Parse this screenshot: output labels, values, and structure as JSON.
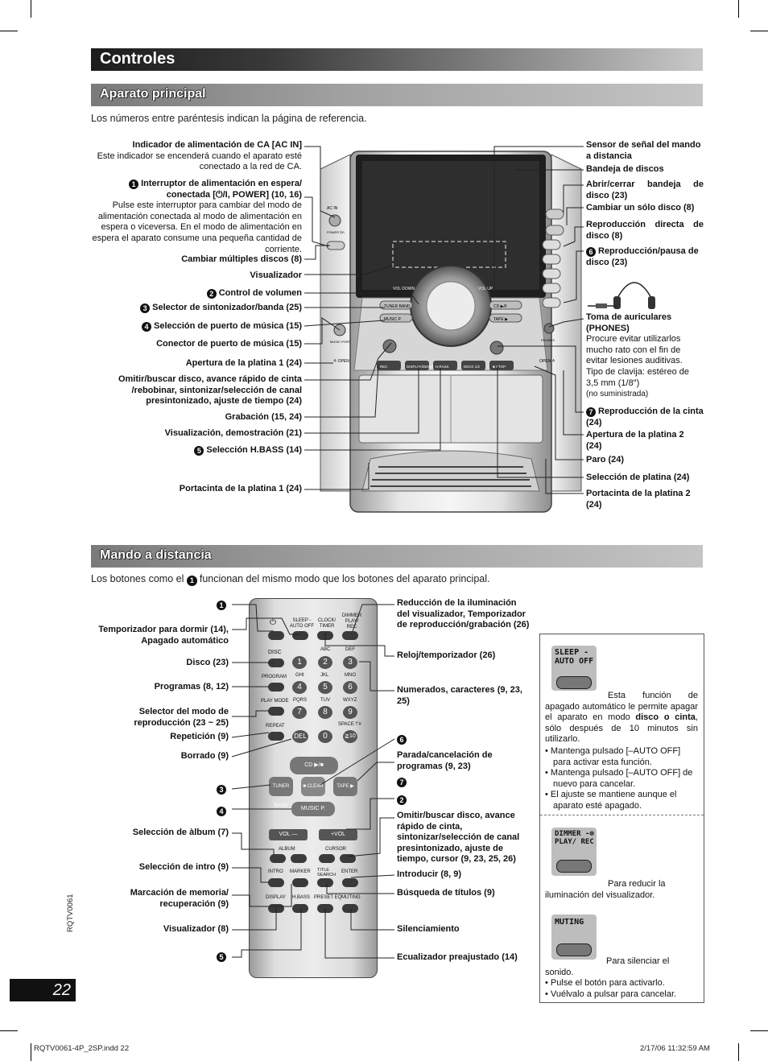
{
  "title": "Controles",
  "section_main": "Aparato principal",
  "section_remote": "Mando a distancia",
  "intro_main": "Los números entre paréntesis indican la página de referencia.",
  "intro_remote_pre": "Los botones como el",
  "intro_remote_num": "1",
  "intro_remote_post": "funcionan del mismo modo que los botones del aparato principal.",
  "main_left": {
    "ac_title": "Indicador de alimentación de CA [AC IN]",
    "ac_desc": "Este indicador se encenderá cuando el aparato esté conectado a la red de CA.",
    "power_num": "1",
    "power_title": "Interruptor de alimentación en espera/ conectada [⏻/I, POWER] (10, 16)",
    "power_desc": "Pulse este interruptor para cambiar del modo de alimentación conectada al modo de alimentación en espera o viceversa. En el modo de alimentación en espera el aparato consume una pequeña cantidad de corriente.",
    "multi_disc": "Cambiar múltiples discos (8)",
    "display": "Visualizador",
    "vol_num": "2",
    "vol": "Control de volumen",
    "tuner_num": "3",
    "tuner": "Selector de sintonizador/banda (25)",
    "music_num": "4",
    "music_sel": "Selección de puerto de música (15)",
    "music_con": "Conector de puerto de música (15)",
    "deck1_open": "Apertura de la platina 1 (24)",
    "skip": "Omitir/buscar disco, avance rápido de cinta /rebobinar, sintonizar/selección de canal presintonizado, ajuste de tiempo (24)",
    "rec": "Grabación (15, 24)",
    "demo": "Visualización, demostración (21)",
    "hbass_num": "5",
    "hbass": "Selección H.BASS (14)",
    "deck1_holder": "Portacinta de la platina 1 (24)"
  },
  "main_right": {
    "sensor": "Sensor de señal del mando a distancia",
    "tray": "Bandeja de discos",
    "openclose": "Abrir/cerrar bandeja de disco (23)",
    "single": "Cambiar un sólo disco (8)",
    "direct": "Reproducción directa de disco (8)",
    "play_num": "6",
    "play": "Reproducción/pausa de disco (23)",
    "phones_title": "Toma de auriculares (PHONES)",
    "phones_desc1": "Procure evitar utilizarlos mucho rato con el fin de evitar lesiones auditivas.",
    "phones_desc2": "Tipo de clavija: estéreo de 3,5 mm (1/8″)",
    "phones_desc3": "(no suministrada)",
    "tape_play_num": "7",
    "tape_play": "Reproducción de la cinta (24)",
    "deck2_open": "Apertura de la platina 2 (24)",
    "stop": "Paro (24)",
    "deck_sel": "Selección de platina (24)",
    "deck2_holder": "Portacinta de la platina 2 (24)"
  },
  "unit_labels": {
    "ac_in": "AC IN",
    "power": "POWER ⏻/I",
    "vol_down": "VOL DOWN",
    "vol_up": "VOL UP",
    "tuner_band": "TUNER BAND",
    "music_p": "MUSIC P.",
    "cd": "CD ▶/II",
    "tape": "TAPE ▶",
    "open_left": "≙ OPEN",
    "open_right": "OPEN ≙",
    "display_demo": "DISPLAY/DEMO",
    "hbass": "H.BASS",
    "deck12": "DECK 1/2",
    "stop": "■ STOP",
    "music_port": "MUSIC PORT",
    "phones": "PHONES"
  },
  "remote_left": {
    "num1": "1",
    "sleep": "Temporizador para dormir (14), Apagado automático",
    "disc": "Disco (23)",
    "program": "Programas (8, 12)",
    "playmode": "Selector del modo de reproducción (23 ~ 25)",
    "repeat": "Repetición (9)",
    "del": "Borrado (9)",
    "num3": "3",
    "num4": "4",
    "album": "Selección de àlbum (7)",
    "intro": "Selección de intro (9)",
    "marker": "Marcación de memoria/ recuperación (9)",
    "display": "Visualizador (8)",
    "num5": "5"
  },
  "remote_right": {
    "dimmer": "Reducción de la iluminación del visualizador, Temporizador de reproducción/grabación (26)",
    "clock": "Reloj/temporizador (26)",
    "numbers": "Numerados, caracteres (9, 23, 25)",
    "num6": "6",
    "stop_clear": "Parada/cancelación de programas (9, 23)",
    "num7": "7",
    "num2": "2",
    "skip": "Omitir/buscar disco, avance rápido de cinta, sintonizar/selección de canal presintonizado, ajuste de tiempo, cursor (9, 23, 25, 26)",
    "enter": "Introducir (8, 9)",
    "title_search": "Búsqueda de títulos (9)",
    "muting": "Silenciamiento",
    "preset_eq": "Ecualizador preajustado (14)"
  },
  "remote_keys": {
    "power": "⏻",
    "sleep": "SLEEP -AUTO OFF",
    "clock": "CLOCK/ TIMER",
    "dimmer": "DIMMER PLAY/ REC",
    "disc": "DISC",
    "program": "PROGRAM",
    "playmode": "PLAY MODE",
    "repeat": "REPEAT",
    "del": "DEL",
    "abc": "ABC",
    "def": "DEF",
    "ghi": "GHI",
    "jkl": "JKL",
    "mno": "MNO",
    "pqrs": "PQRS",
    "tuv": "TUV",
    "wxyz": "WXYZ",
    "space": "SPACE !\"#",
    "digits": [
      "1",
      "2",
      "3",
      "4",
      "5",
      "6",
      "7",
      "8",
      "9",
      "0",
      "≧10"
    ],
    "cd": "CD ▶/■",
    "tuner": "TUNER BAND",
    "clear": "■ CLEAR",
    "tape": "TAPE ▶",
    "music_p": "MUSIC P.",
    "vol_minus": "VOL —",
    "vol_plus": "+VOL",
    "album": "ALBUM",
    "cursor": "CURSOR",
    "intro": "INTRO",
    "marker": "MARKER",
    "title_search": "TITLE SEARCH",
    "enter": "ENTER",
    "display": "DISPLAY",
    "hbass": "H.BASS",
    "preset_eq": "PRESET EQ",
    "muting": "MUTING"
  },
  "infobox": {
    "key1": "SLEEP -AUTO OFF",
    "text1_a": "Esta función de apagado automático le permite apagar el aparato en modo",
    "text1_b": "disco o cinta",
    "text1_c": ", sólo después de 10 minutos sin utilizarlo.",
    "bullets1": [
      "Mantenga pulsado [–AUTO OFF] para activar esta función.",
      "Mantenga pulsado [–AUTO OFF] de nuevo para cancelar.",
      "El ajuste se mantiene aunque el aparato esté apagado."
    ],
    "key2": "DIMMER -⊕ PLAY/ REC",
    "text2": "Para reducir la iluminación del visualizador.",
    "key3": "MUTING",
    "text3": "Para silenciar el sonido.",
    "bullets3": [
      "Pulse el botón para activarlo.",
      "Vuélvalo a pulsar para cancelar."
    ]
  },
  "page_number": "22",
  "side_code": "RQTV0061",
  "footer_left": "RQTV0061-4P_2SP.indd   22",
  "footer_right": "2/17/06   11:32:59 AM"
}
